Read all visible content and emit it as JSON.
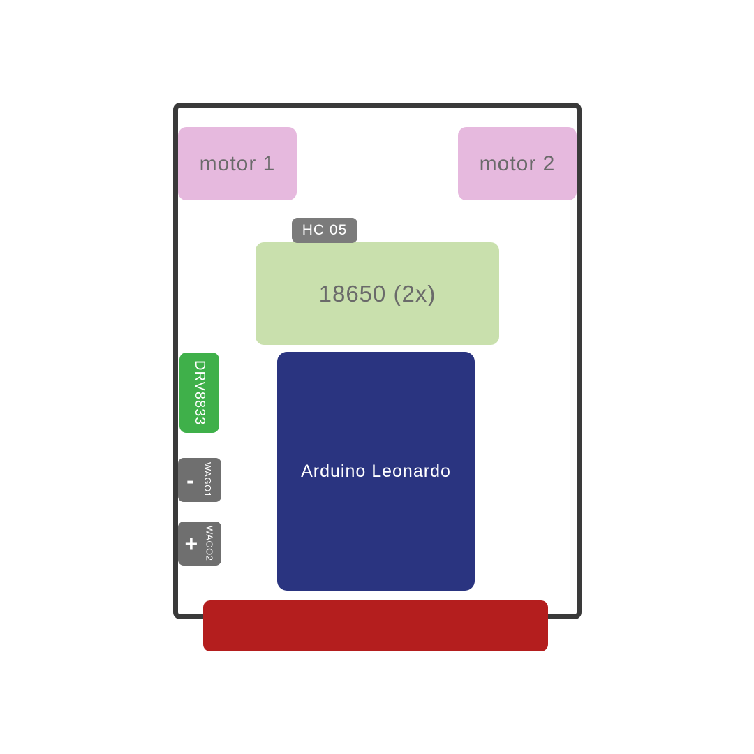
{
  "page": {
    "background": "#ffffff"
  },
  "diagram": {
    "frame": {
      "color": "#3a3a3a"
    },
    "motor1": {
      "label": "motor 1",
      "bg": "#e6b9de",
      "text_color": "#6a6a6a"
    },
    "motor2": {
      "label": "motor 2",
      "bg": "#e6b9de",
      "text_color": "#6a6a6a"
    },
    "hc05": {
      "label": "HC 05",
      "bg": "#7b7b7b",
      "text_color": "#ffffff"
    },
    "battery": {
      "label": "18650 (2x)",
      "bg": "#c9e0ad",
      "text_color": "#6a6a6a"
    },
    "drv8833": {
      "label": "DRV8833",
      "bg": "#3fb04a",
      "text_color": "#ffffff"
    },
    "arduino": {
      "label": "Arduino Leonardo",
      "bg": "#2a3480",
      "text_color": "#ffffff"
    },
    "wago1": {
      "sign": "-",
      "label": "WAGO1",
      "bg": "#6f6f6f",
      "text_color": "#ffffff"
    },
    "wago2": {
      "sign": "+",
      "label": "WAGO2",
      "bg": "#6f6f6f",
      "text_color": "#ffffff"
    },
    "bumper": {
      "bg": "#b41e1e"
    }
  }
}
